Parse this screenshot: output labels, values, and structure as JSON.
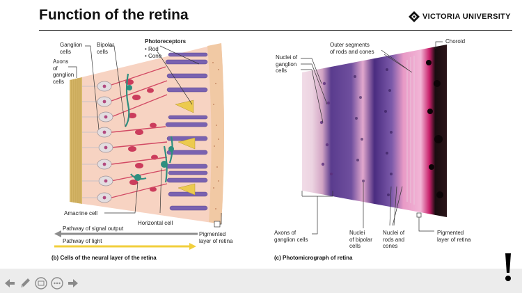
{
  "slide": {
    "title": "Function of the retina",
    "logo_text": "VICTORIA UNIVERSITY"
  },
  "diagram_b": {
    "labels": {
      "ganglion": "Ganglion\ncells",
      "bipolar": "Bipolar\ncells",
      "photoreceptors": "Photoreceptors",
      "rod": "• Rod",
      "cone": "• Cone",
      "axons": "Axons\nof\nganglion\ncells",
      "amacrine": "Amacrine cell",
      "horizontal": "Horizontal cell",
      "pigmented": "Pigmented\nlayer of retina",
      "pathway_output": "Pathway of signal output",
      "pathway_light": "Pathway of light"
    },
    "caption": "(b) Cells of the neural layer of the retina"
  },
  "diagram_c": {
    "labels": {
      "nuclei_ganglion": "Nuclei of\nganglion\ncells",
      "outer_segments": "Outer segments\nof rods and cones",
      "choroid": "Choroid",
      "axons": "Axons of\nganglion cells",
      "nuclei_bipolar": "Nuclei\nof bipolar\ncells",
      "nuclei_rods": "Nuclei of\nrods and\ncones",
      "pigmented": "Pigmented\nlayer of retina"
    },
    "caption": "(c) Photomicrograph of retina"
  },
  "toolbar": {
    "icons": [
      "back-arrow-icon",
      "pen-icon",
      "slides-icon",
      "more-icon",
      "forward-arrow-icon"
    ]
  },
  "colors": {
    "title": "#111111",
    "tissue": "#f4c5b3",
    "rod": "#7a62b0",
    "cone": "#e8c64a",
    "ganglion": "#ddd6da",
    "bipolar": "#c83a5a",
    "teal": "#2e8f7f",
    "arrow_output": "#8c8c8c",
    "arrow_light": "#f2cf3c"
  }
}
